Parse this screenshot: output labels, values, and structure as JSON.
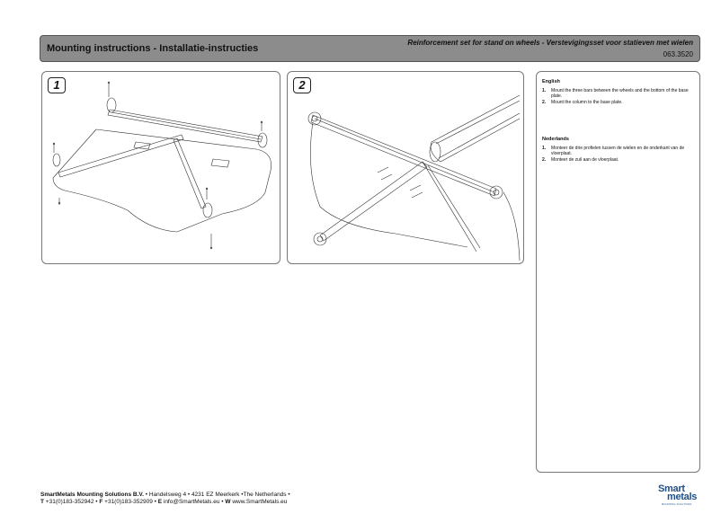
{
  "header": {
    "title": "Mounting instructions - Installatie-instructies",
    "subtitle": "Reinforcement set for stand on wheels - Verstevigingsset voor statieven met wielen",
    "code": "063.3520"
  },
  "panels": [
    {
      "number": "1"
    },
    {
      "number": "2"
    }
  ],
  "instructions": {
    "english": {
      "title": "English",
      "steps": [
        {
          "n": "1.",
          "text": "Mount the three bars between the wheels and the bottom of the base plate."
        },
        {
          "n": "2.",
          "text": "Mount the column to the base plate."
        }
      ]
    },
    "dutch": {
      "title": "Nederlands",
      "steps": [
        {
          "n": "1.",
          "text": "Monteer de drie profielen tussen de wielen en de onderkant van de vloerplaat."
        },
        {
          "n": "2.",
          "text": "Monteer de zuil aan de vloerplaat."
        }
      ]
    }
  },
  "footer": {
    "company": "SmartMetals Mounting Solutions B.V.",
    "address": "• Handelsweg 4 • 4231 EZ Meerkerk •The Netherlands •",
    "t_label": "T",
    "phone": "+31(0)183-352942",
    "f_label": "F",
    "fax": "+31(0)183-352909",
    "e_label": "E",
    "email": "info@SmartMetals.eu",
    "w_label": "W",
    "web": "www.SmartMetals.eu"
  },
  "logo": {
    "top": "Smart",
    "bottom": "metals",
    "tagline": "MOUNTING SOLUTIONS",
    "color": "#1f4f8a"
  }
}
